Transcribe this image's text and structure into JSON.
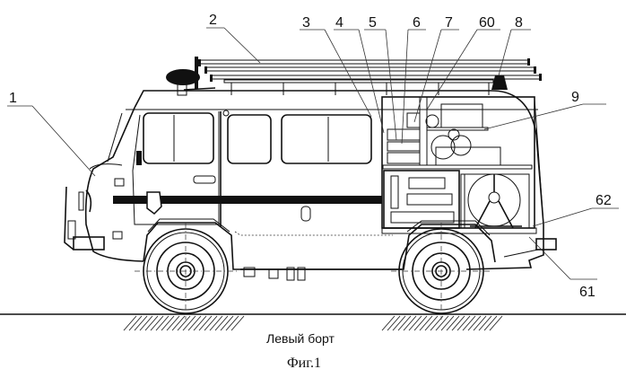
{
  "figure": {
    "caption": "Левый борт",
    "figure_label": "Фиг.1"
  },
  "callouts": [
    {
      "id": "c1",
      "label": "1"
    },
    {
      "id": "c2",
      "label": "2"
    },
    {
      "id": "c3",
      "label": "3"
    },
    {
      "id": "c4",
      "label": "4"
    },
    {
      "id": "c5",
      "label": "5"
    },
    {
      "id": "c6",
      "label": "6"
    },
    {
      "id": "c7",
      "label": "7"
    },
    {
      "id": "c60",
      "label": "60"
    },
    {
      "id": "c8",
      "label": "8"
    },
    {
      "id": "c9",
      "label": "9"
    },
    {
      "id": "c62",
      "label": "62"
    },
    {
      "id": "c61",
      "label": "61"
    }
  ]
}
